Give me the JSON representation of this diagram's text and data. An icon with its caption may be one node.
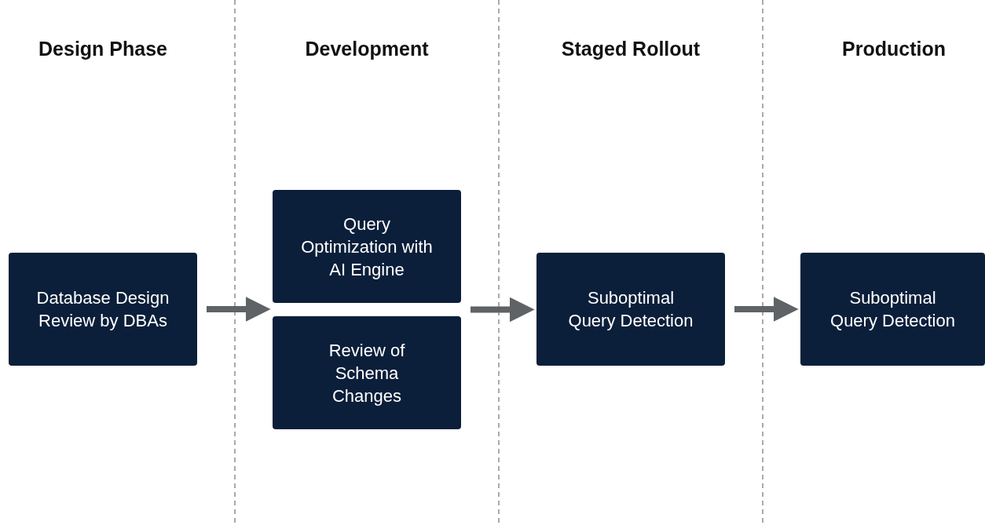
{
  "diagram": {
    "nodes": [
      {
        "text": [
          "Database Design Review by DBAs"
        ]
      },
      {
        "text": [
          "Query Optimization with AI Engine"
        ]
      },
      {
        "text": [
          "Review of Schema Changes"
        ]
      },
      {
        "text": [
          "Suboptimal Query Detection"
        ]
      },
      {
        "text": [
          "Suboptimal Query Detection"
        ]
      }
    ],
    "edges": [
      {
        "from": 0,
        "to": 1,
        "arrow": "to"
      },
      {
        "from": 0,
        "to": 2,
        "arrow": "to"
      },
      {
        "from": 1,
        "to": 3,
        "arrow": "to"
      },
      {
        "from": 2,
        "to": 3,
        "arrow": "to"
      },
      {
        "from": 3,
        "to": 4,
        "arrow": "to"
      }
    ],
    "labels": [
      "Design Phase",
      "Development",
      "Staged Rollout",
      "Production"
    ]
  }
}
